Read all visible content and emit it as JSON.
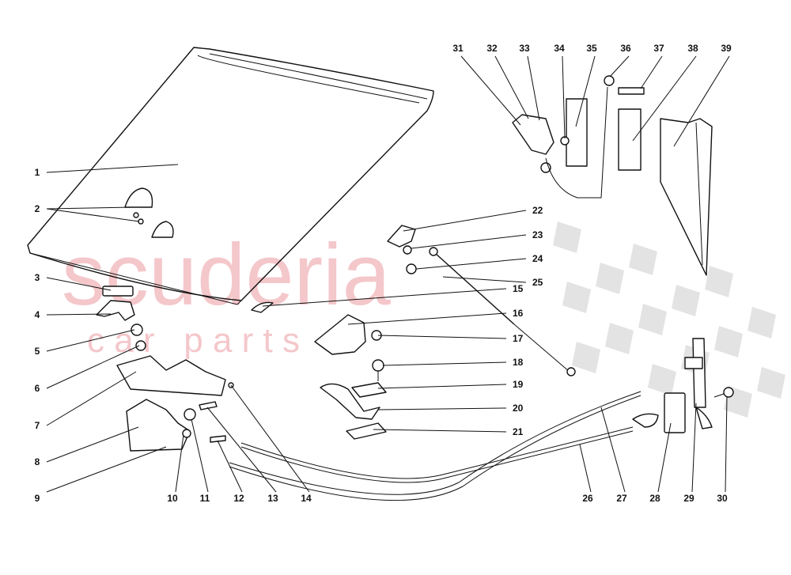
{
  "watermark": {
    "brand": "scuderia",
    "sub": "c a r   p a r t s",
    "color": "#f4c7cb"
  },
  "callouts": [
    "1",
    "2",
    "3",
    "4",
    "5",
    "6",
    "7",
    "8",
    "9",
    "10",
    "11",
    "12",
    "13",
    "14",
    "15",
    "16",
    "17",
    "18",
    "19",
    "20",
    "21",
    "22",
    "23",
    "24",
    "25",
    "26",
    "27",
    "28",
    "29",
    "30",
    "31",
    "32",
    "33",
    "34",
    "35",
    "36",
    "37",
    "38",
    "39"
  ]
}
